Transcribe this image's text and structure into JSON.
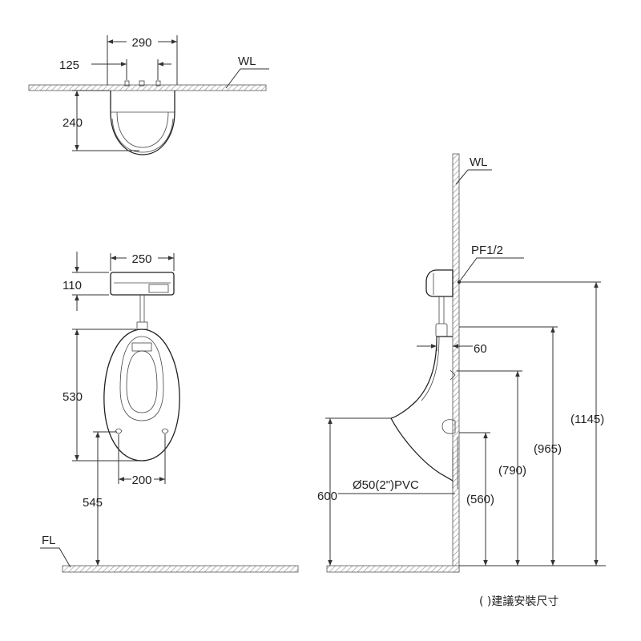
{
  "labels": {
    "wl_top": "WL",
    "wl_side": "WL",
    "fl": "FL",
    "pf": "PF1/2",
    "pvc": "Ø50(2\")PVC",
    "note": "( )建議安裝尺寸"
  },
  "dims": {
    "top_width": "290",
    "top_inner": "125",
    "top_depth": "240",
    "front_tank_width": "250",
    "front_tank_height": "110",
    "front_bowl_height": "530",
    "front_hole_spacing": "200",
    "front_floor_height": "545",
    "side_offset": "60",
    "side_height_600": "600",
    "side_height_560": "(560)",
    "side_height_790": "(790)",
    "side_height_965": "(965)",
    "side_height_1145": "(1145)"
  },
  "colors": {
    "line": "#333333",
    "hatch": "#9a9a9a",
    "background": "#ffffff"
  }
}
